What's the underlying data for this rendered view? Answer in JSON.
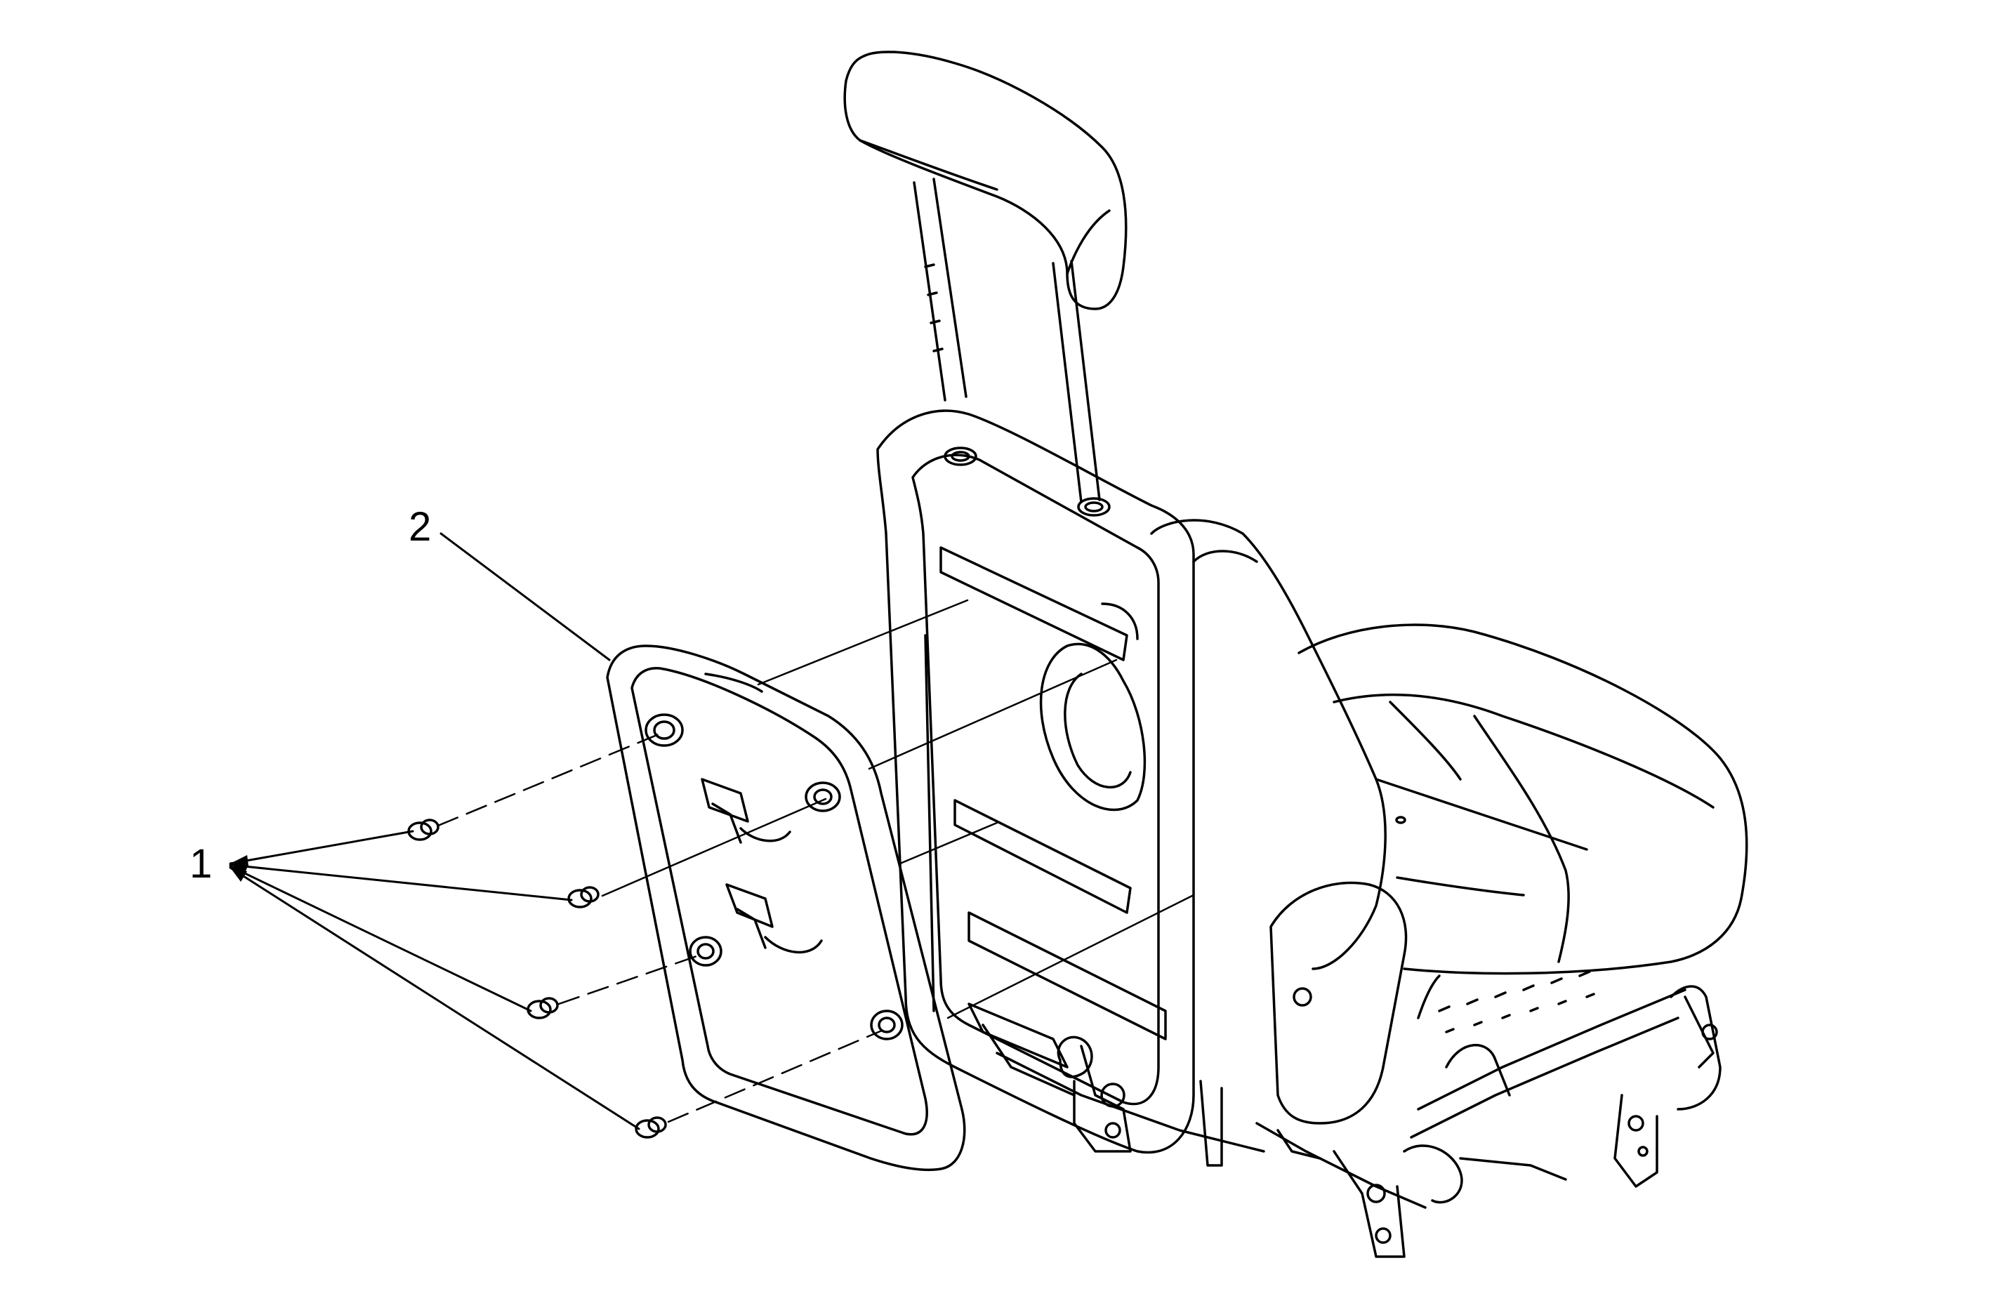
{
  "diagram": {
    "colors": {
      "line": "#000000",
      "background": "#ffffff"
    },
    "callouts": [
      {
        "id": "1",
        "text": "1",
        "part": "fasteners"
      },
      {
        "id": "2",
        "text": "2",
        "part": "rear-panel"
      }
    ]
  }
}
